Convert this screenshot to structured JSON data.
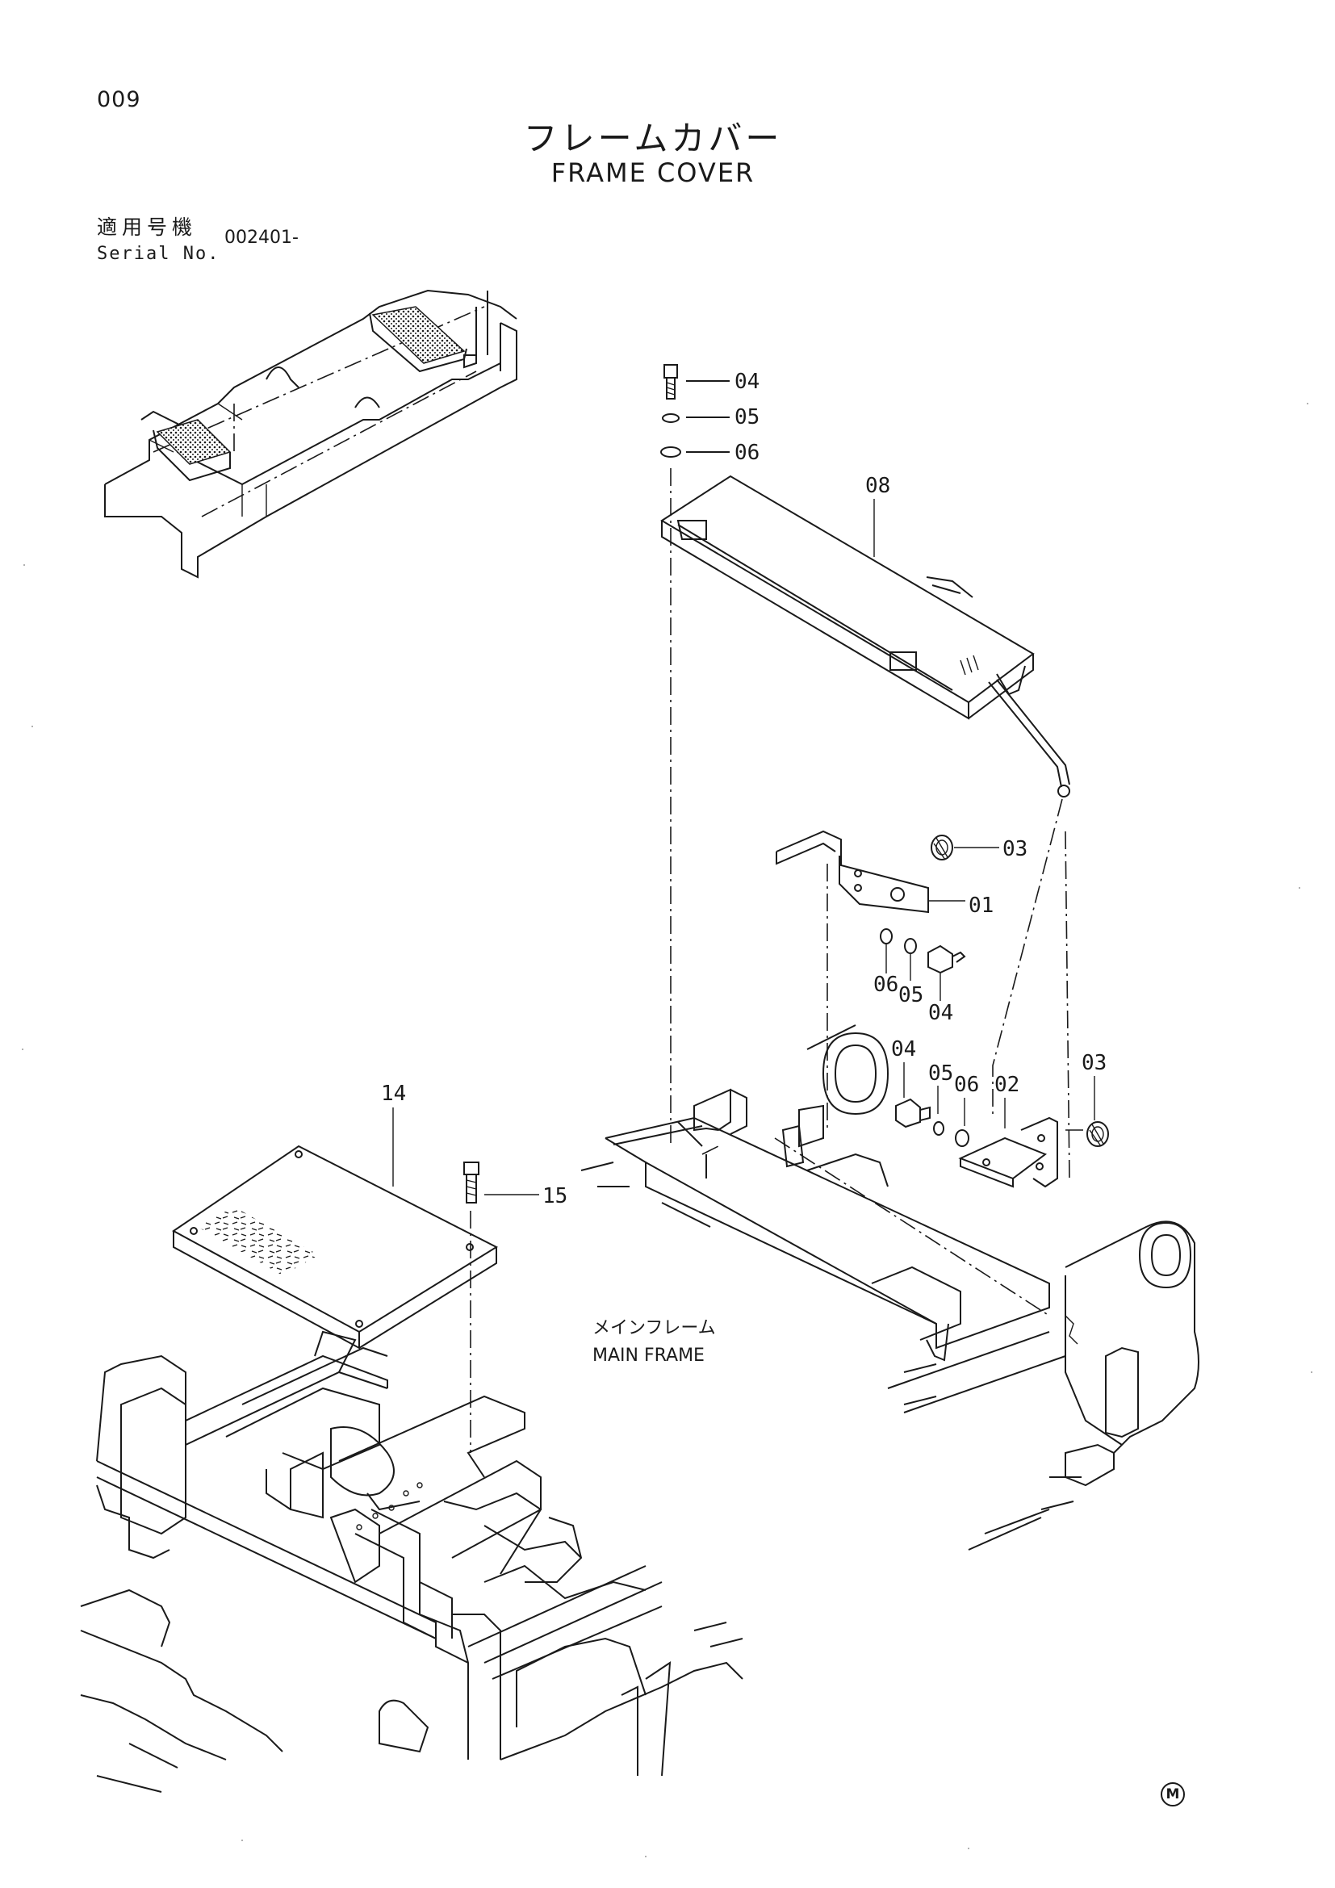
{
  "page_number": "009",
  "title": {
    "japanese": "フレームカバー",
    "english": "FRAME COVER"
  },
  "serial": {
    "label_jp": "適用号機",
    "label_en": "Serial No.",
    "value": "002401-"
  },
  "callouts": {
    "c01": "01",
    "c02": "02",
    "c03a": "03",
    "c03b": "03",
    "c04a": "04",
    "c04b": "04",
    "c04c": "04",
    "c05a": "05",
    "c05b": "05",
    "c05c": "05",
    "c06a": "06",
    "c06b": "06",
    "c06c": "06",
    "c08": "08",
    "c14": "14",
    "c15": "15"
  },
  "main_frame_label": {
    "japanese": "メインフレーム",
    "english": "MAIN FRAME"
  },
  "corner_mark": "M"
}
